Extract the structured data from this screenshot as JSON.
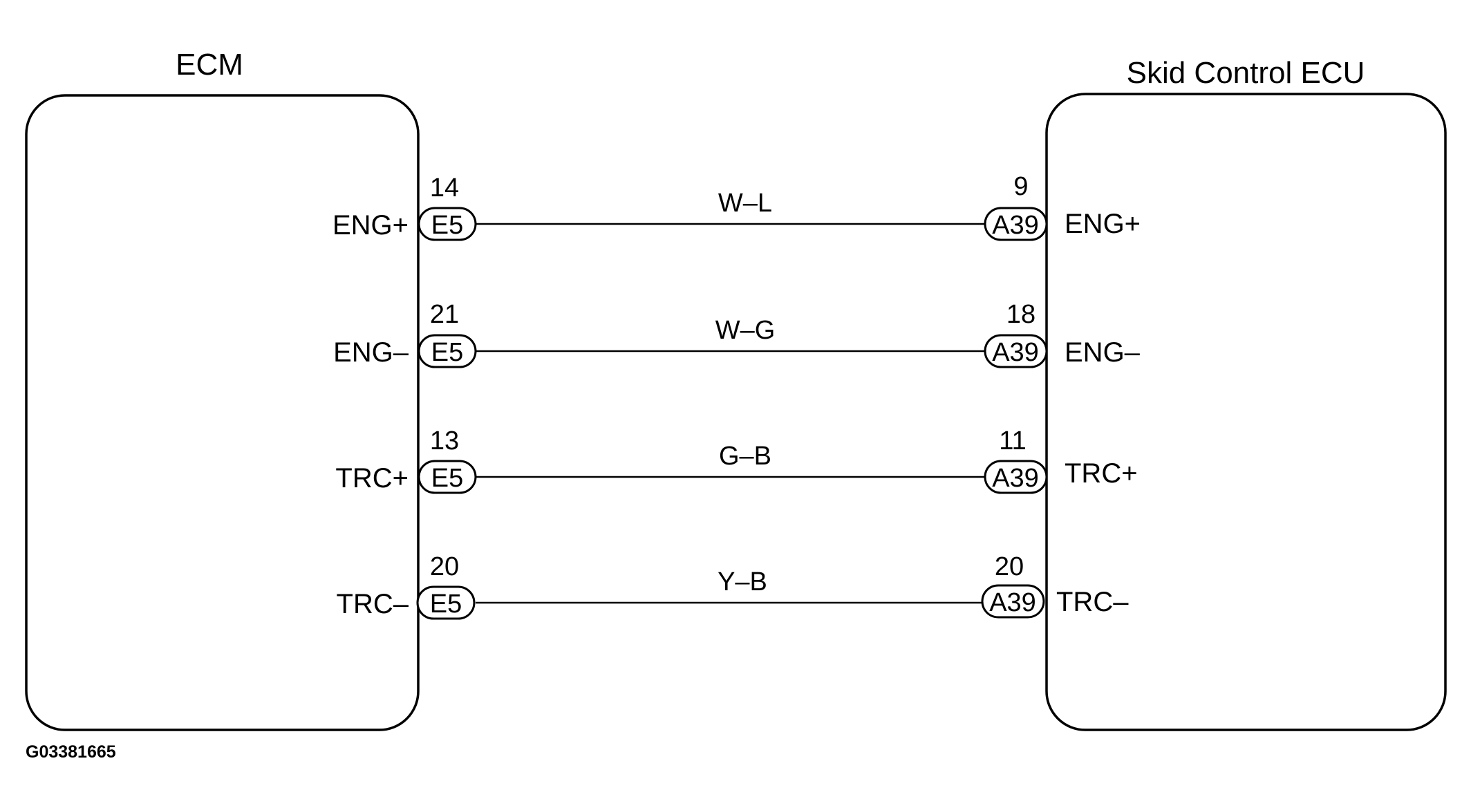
{
  "figure_id": "G03381665",
  "left_unit": {
    "name": "ECM"
  },
  "right_unit": {
    "name": "Skid Control ECU"
  },
  "left_connector": "E5",
  "right_connector": "A39",
  "circuits": [
    {
      "left_signal": "ENG+",
      "left_pin": "14",
      "wire_color": "W–L",
      "right_pin": "9",
      "right_signal": "ENG+"
    },
    {
      "left_signal": "ENG–",
      "left_pin": "21",
      "wire_color": "W–G",
      "right_pin": "18",
      "right_signal": "ENG–"
    },
    {
      "left_signal": "TRC+",
      "left_pin": "13",
      "wire_color": "G–B",
      "right_pin": "11",
      "right_signal": "TRC+"
    },
    {
      "left_signal": "TRC–",
      "left_pin": "20",
      "wire_color": "Y–B",
      "right_pin": "20",
      "right_signal": "TRC–"
    }
  ]
}
